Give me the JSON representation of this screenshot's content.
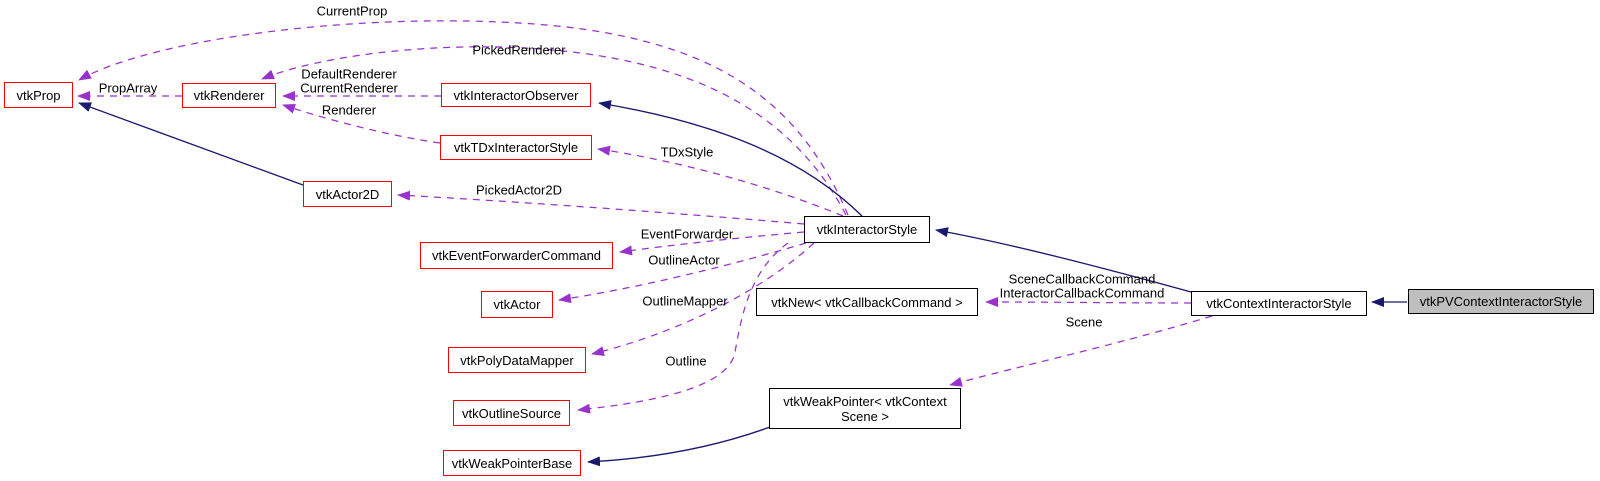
{
  "diagram": {
    "kind": "class-collaboration-graph",
    "colors": {
      "background": "#ffffff",
      "inheritance_edge": "#191970",
      "usage_edge": "#9932cc",
      "node_border": "#000000",
      "truncated_node_border": "#ff0000",
      "current_node_fill": "#bfbfbf",
      "node_fill": "#ffffff",
      "text": "#000000"
    },
    "nodes": {
      "prop": {
        "label": "vtkProp"
      },
      "renderer": {
        "label": "vtkRenderer"
      },
      "interactorObserver": {
        "label": "vtkInteractorObserver"
      },
      "tdxInteractorStyle": {
        "label": "vtkTDxInteractorStyle"
      },
      "actor2d": {
        "label": "vtkActor2D"
      },
      "eventForwarderCommand": {
        "label": "vtkEventForwarderCommand"
      },
      "actor": {
        "label": "vtkActor"
      },
      "polyDataMapper": {
        "label": "vtkPolyDataMapper"
      },
      "outlineSource": {
        "label": "vtkOutlineSource"
      },
      "weakPointerBase": {
        "label": "vtkWeakPointerBase"
      },
      "interactorStyle": {
        "label": "vtkInteractorStyle"
      },
      "newCallbackCommand": {
        "label": "vtkNew< vtkCallbackCommand >"
      },
      "weakPointerContextScene": {
        "lines": [
          "vtkWeakPointer< vtkContext",
          "Scene >"
        ]
      },
      "contextInteractorStyle": {
        "label": "vtkContextInteractorStyle"
      },
      "pvContextInteractorStyle": {
        "label": "vtkPVContextInteractorStyle"
      }
    },
    "edges": {
      "currentProp": {
        "type": "usage",
        "from": "vtkInteractorStyle",
        "to": "vtkProp",
        "label": "CurrentProp"
      },
      "pickedRenderer": {
        "type": "usage",
        "from": "vtkInteractorStyle",
        "to": "vtkRenderer",
        "label": "PickedRenderer"
      },
      "rendererPair": {
        "type": "usage",
        "from": "vtkInteractorObserver",
        "to": "vtkRenderer",
        "lines": [
          "DefaultRenderer",
          "CurrentRenderer"
        ]
      },
      "renderer": {
        "type": "usage",
        "from": "vtkTDxInteractorStyle",
        "to": "vtkRenderer",
        "label": "Renderer"
      },
      "propArray": {
        "type": "usage",
        "from": "vtkRenderer",
        "to": "vtkProp",
        "label": "PropArray"
      },
      "tdxStyle": {
        "type": "usage",
        "from": "vtkInteractorStyle",
        "to": "vtkTDxInteractorStyle",
        "label": "TDxStyle"
      },
      "pickedActor2d": {
        "type": "usage",
        "from": "vtkInteractorStyle",
        "to": "vtkActor2D",
        "label": "PickedActor2D"
      },
      "eventForwarder": {
        "type": "usage",
        "from": "vtkInteractorStyle",
        "to": "vtkEventForwarderCommand",
        "label": "EventForwarder"
      },
      "outlineActor": {
        "type": "usage",
        "from": "vtkInteractorStyle",
        "to": "vtkActor",
        "label": "OutlineActor"
      },
      "outlineMapper": {
        "type": "usage",
        "from": "vtkInteractorStyle",
        "to": "vtkPolyDataMapper",
        "label": "OutlineMapper"
      },
      "outline": {
        "type": "usage",
        "from": "vtkInteractorStyle",
        "to": "vtkOutlineSource",
        "label": "Outline"
      },
      "sceneCallbacks": {
        "type": "usage",
        "from": "vtkContextInteractorStyle",
        "to": "vtkNew< vtkCallbackCommand >",
        "lines": [
          "SceneCallbackCommand",
          "InteractorCallbackCommand"
        ]
      },
      "scene": {
        "type": "usage",
        "from": "vtkContextInteractorStyle",
        "to": "vtkWeakPointer< vtkContextScene >",
        "label": "Scene"
      },
      "styleToObserver": {
        "type": "inheritance",
        "from": "vtkInteractorStyle",
        "to": "vtkInteractorObserver",
        "label": ""
      },
      "actor2dToProp": {
        "type": "inheritance",
        "from": "vtkActor2D",
        "to": "vtkProp",
        "label": ""
      },
      "contextToStyle": {
        "type": "inheritance",
        "from": "vtkContextInteractorStyle",
        "to": "vtkInteractorStyle",
        "label": ""
      },
      "weakPtrToBase": {
        "type": "inheritance",
        "from": "vtkWeakPointer< vtkContextScene >",
        "to": "vtkWeakPointerBase",
        "label": ""
      },
      "pvToContext": {
        "type": "inheritance",
        "from": "vtkPVContextInteractorStyle",
        "to": "vtkContextInteractorStyle",
        "label": ""
      }
    }
  }
}
